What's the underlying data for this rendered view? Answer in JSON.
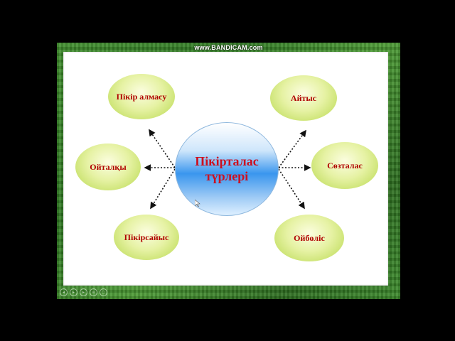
{
  "watermark": "www.BANDICAM.com",
  "diagram": {
    "center_line1": "Пікірталас",
    "center_line2": "түрлері",
    "nodes": [
      {
        "label": "Пікір алмасу"
      },
      {
        "label": "Ойталқы"
      },
      {
        "label": "Пікірсайыс"
      },
      {
        "label": "Айтыс"
      },
      {
        "label": "Сөзталас"
      },
      {
        "label": "Ойбөліс"
      }
    ]
  },
  "controls": [
    "prev-icon",
    "play-icon",
    "next-icon",
    "menu-icon",
    "zoom-icon"
  ],
  "colors": {
    "label_red": "#b00000",
    "center_blue": "#3a96ee",
    "oval_green": "#b7d84c",
    "frame_green": "#3f8f2c"
  }
}
